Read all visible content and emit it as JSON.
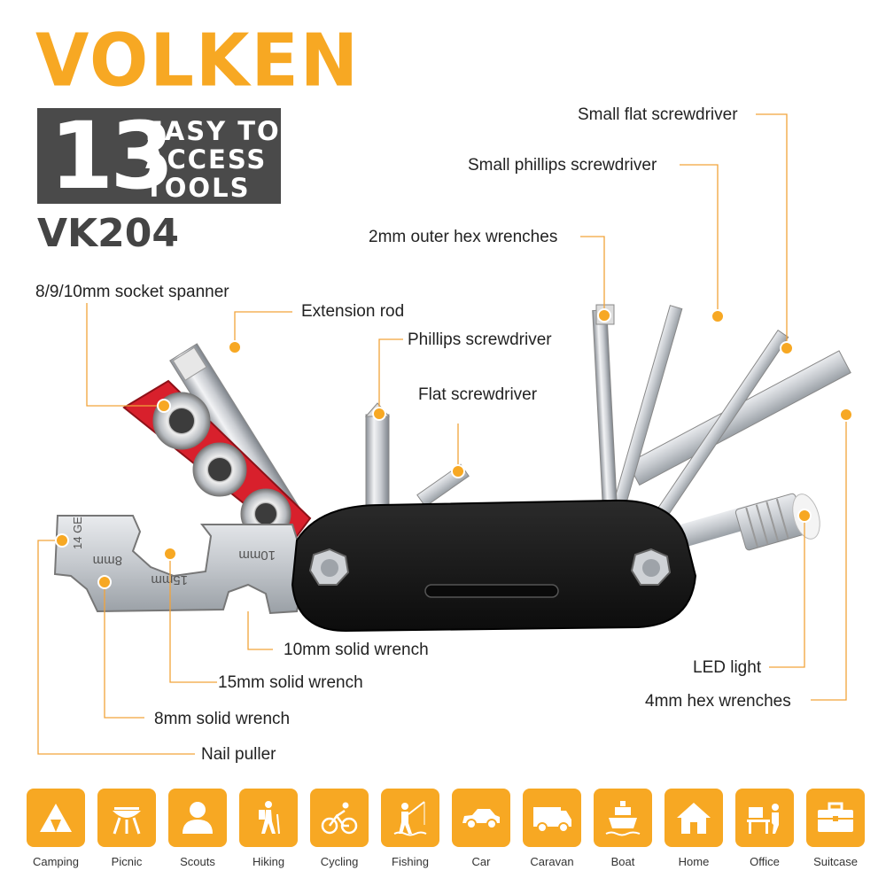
{
  "brand": "VOLKEN",
  "badge": {
    "number": "13",
    "line1": "EASY TO",
    "line2": "ACCESS",
    "line3": "TOOLS"
  },
  "model": "VK204",
  "colors": {
    "accent": "#f7a823",
    "badge_bg": "#4a4a4a",
    "tool_red": "#d8202c",
    "body_black": "#1a1a1a"
  },
  "tool_engravings": {
    "gauge": "14 GE",
    "w8": "8mm",
    "w15": "15mm",
    "w10": "10mm"
  },
  "callouts": {
    "small_flat": "Small flat screwdriver",
    "small_phillips": "Small phillips screwdriver",
    "outer_hex": "2mm outer hex wrenches",
    "socket": "8/9/10mm socket spanner",
    "extension": "Extension rod",
    "phillips": "Phillips screwdriver",
    "flat": "Flat screwdriver",
    "w10": "10mm solid wrench",
    "w15": "15mm solid wrench",
    "w8": "8mm solid wrench",
    "nail": "Nail puller",
    "led": "LED light",
    "hex4": "4mm hex wrenches"
  },
  "uses": [
    {
      "label": "Camping",
      "icon": "tent-icon"
    },
    {
      "label": "Picnic",
      "icon": "grill-icon"
    },
    {
      "label": "Scouts",
      "icon": "scout-person-icon"
    },
    {
      "label": "Hiking",
      "icon": "hiker-icon"
    },
    {
      "label": "Cycling",
      "icon": "cyclist-icon"
    },
    {
      "label": "Fishing",
      "icon": "fisherman-icon"
    },
    {
      "label": "Car",
      "icon": "car-icon"
    },
    {
      "label": "Caravan",
      "icon": "van-icon"
    },
    {
      "label": "Boat",
      "icon": "ship-icon"
    },
    {
      "label": "Home",
      "icon": "house-icon"
    },
    {
      "label": "Office",
      "icon": "office-desk-icon"
    },
    {
      "label": "Suitcase",
      "icon": "briefcase-icon"
    }
  ]
}
